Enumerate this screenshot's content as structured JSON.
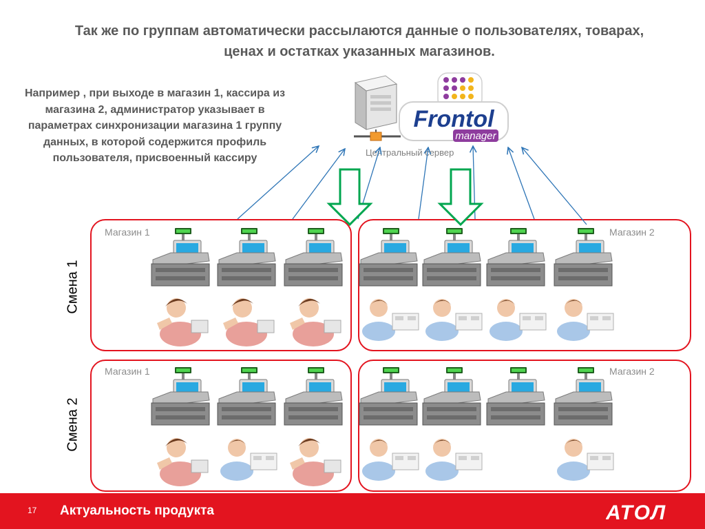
{
  "slide": {
    "title": "Так же по группам автоматически рассылаются данные о пользователях, товарах,\nценах и остатках указанных магазинов.",
    "note": "Например , при выходе в магазин 1, кассира из\nмагазина 2, администратор указывает  в\nпараметрах синхронизации магазина 1 группу\nданных, в которой содержится профиль\nпользователя, присвоенный кассиру",
    "server_caption": "Центральный  сервер",
    "logo": {
      "line1": "Frontol",
      "line2": "manager"
    }
  },
  "shifts": [
    {
      "label": "Смена 1",
      "stores": [
        {
          "label": "Магазин 1",
          "cashiers": [
            "store1",
            "store1",
            "store1"
          ]
        },
        {
          "label": "Магазин 2",
          "cashiers": [
            "store2",
            "store2",
            "store2",
            "store2"
          ]
        }
      ]
    },
    {
      "label": "Смена 2",
      "stores": [
        {
          "label": "Магазин 1",
          "cashiers": [
            "store1",
            "store2",
            "store1"
          ]
        },
        {
          "label": "Магазин 2",
          "cashiers": [
            "store2",
            "store2",
            "none",
            "store2"
          ]
        }
      ]
    }
  ],
  "footer": {
    "page_number": "17",
    "title": "Актуальность продукта",
    "brand": "АТОЛ"
  },
  "colors": {
    "accent_red": "#e3141f",
    "arrow_blue": "#2e75b6",
    "arrow_green": "#00a64f",
    "text_gray": "#595959"
  }
}
